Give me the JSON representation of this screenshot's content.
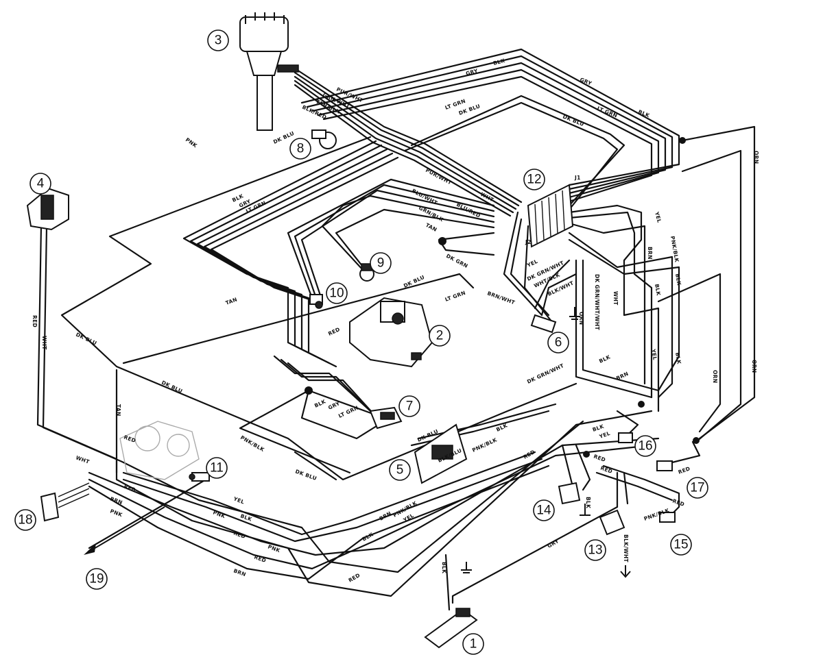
{
  "diagram": {
    "callouts": [
      {
        "id": "1",
        "label": "1"
      },
      {
        "id": "2",
        "label": "2"
      },
      {
        "id": "3",
        "label": "3"
      },
      {
        "id": "4",
        "label": "4"
      },
      {
        "id": "5",
        "label": "5"
      },
      {
        "id": "6",
        "label": "6"
      },
      {
        "id": "7",
        "label": "7"
      },
      {
        "id": "8",
        "label": "8"
      },
      {
        "id": "9",
        "label": "9"
      },
      {
        "id": "10",
        "label": "10"
      },
      {
        "id": "11",
        "label": "11"
      },
      {
        "id": "12",
        "label": "12"
      },
      {
        "id": "13",
        "label": "13"
      },
      {
        "id": "14",
        "label": "14"
      },
      {
        "id": "15",
        "label": "15"
      },
      {
        "id": "16",
        "label": "16"
      },
      {
        "id": "17",
        "label": "17"
      },
      {
        "id": "18",
        "label": "18"
      },
      {
        "id": "19",
        "label": "19"
      }
    ],
    "connector_marks": {
      "j1": "J1",
      "j2": "J2"
    },
    "wire_labels": {
      "blk": "BLK",
      "gry": "GRY",
      "lt_grn": "LT GRN",
      "dk_blu": "DK BLU",
      "pur_wht": "PUR/WHT",
      "blk_red": "BLK/RED",
      "tan_blk": "TAN/BLK",
      "grn_wht": "GRN/WHT",
      "wht": "WHT",
      "blu_wht": "BLU/WHT",
      "blu_red": "BLU/RED",
      "grn_blk": "GRN/BLK",
      "tan": "TAN",
      "red": "RED",
      "pnk": "PNK",
      "brn": "BRN",
      "yel": "YEL",
      "orn": "ORN",
      "pnk_blk": "PNK/BLK",
      "blk_wht": "BLK/WHT",
      "brn_wht": "BRN/WHT",
      "wht_blk": "WHT/BLK",
      "dk_grn_wht": "DK GRN/WHT",
      "dk_grn": "DK GRN",
      "blk_blu": "BLK/BLU",
      "dk_grn_wht_wht": "DK GRN/WHT/WHT"
    }
  }
}
